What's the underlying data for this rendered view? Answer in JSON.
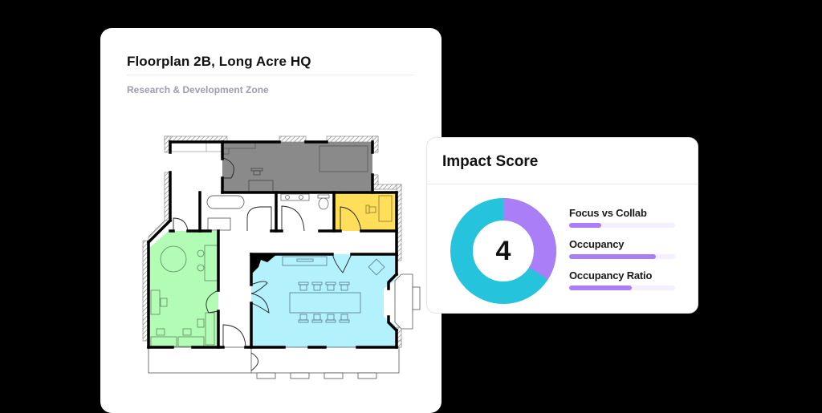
{
  "floorplan_card": {
    "title": "Floorplan 2B, Long Acre HQ",
    "subtitle": "Research & Development Zone",
    "rooms": [
      {
        "name": "storage-room",
        "color": "#8a8a8a"
      },
      {
        "name": "bathroom",
        "color": "#ffffff"
      },
      {
        "name": "wc",
        "color": "#ffffff"
      },
      {
        "name": "focus-room",
        "color": "#ffde5a"
      },
      {
        "name": "lounge-room",
        "color": "#b3fcb6"
      },
      {
        "name": "meeting-room",
        "color": "#b3f1fd"
      }
    ]
  },
  "impact_card": {
    "title": "Impact Score",
    "score": "4",
    "donut": {
      "segments": [
        {
          "name": "purple",
          "color": "#a97ef7",
          "fraction": 0.34
        },
        {
          "name": "teal",
          "color": "#26c4dc",
          "fraction": 0.66
        }
      ]
    },
    "metrics": [
      {
        "label": "Focus vs Collab",
        "value": 30
      },
      {
        "label": "Occupancy",
        "value": 82
      },
      {
        "label": "Occupancy Ratio",
        "value": 59
      }
    ]
  }
}
